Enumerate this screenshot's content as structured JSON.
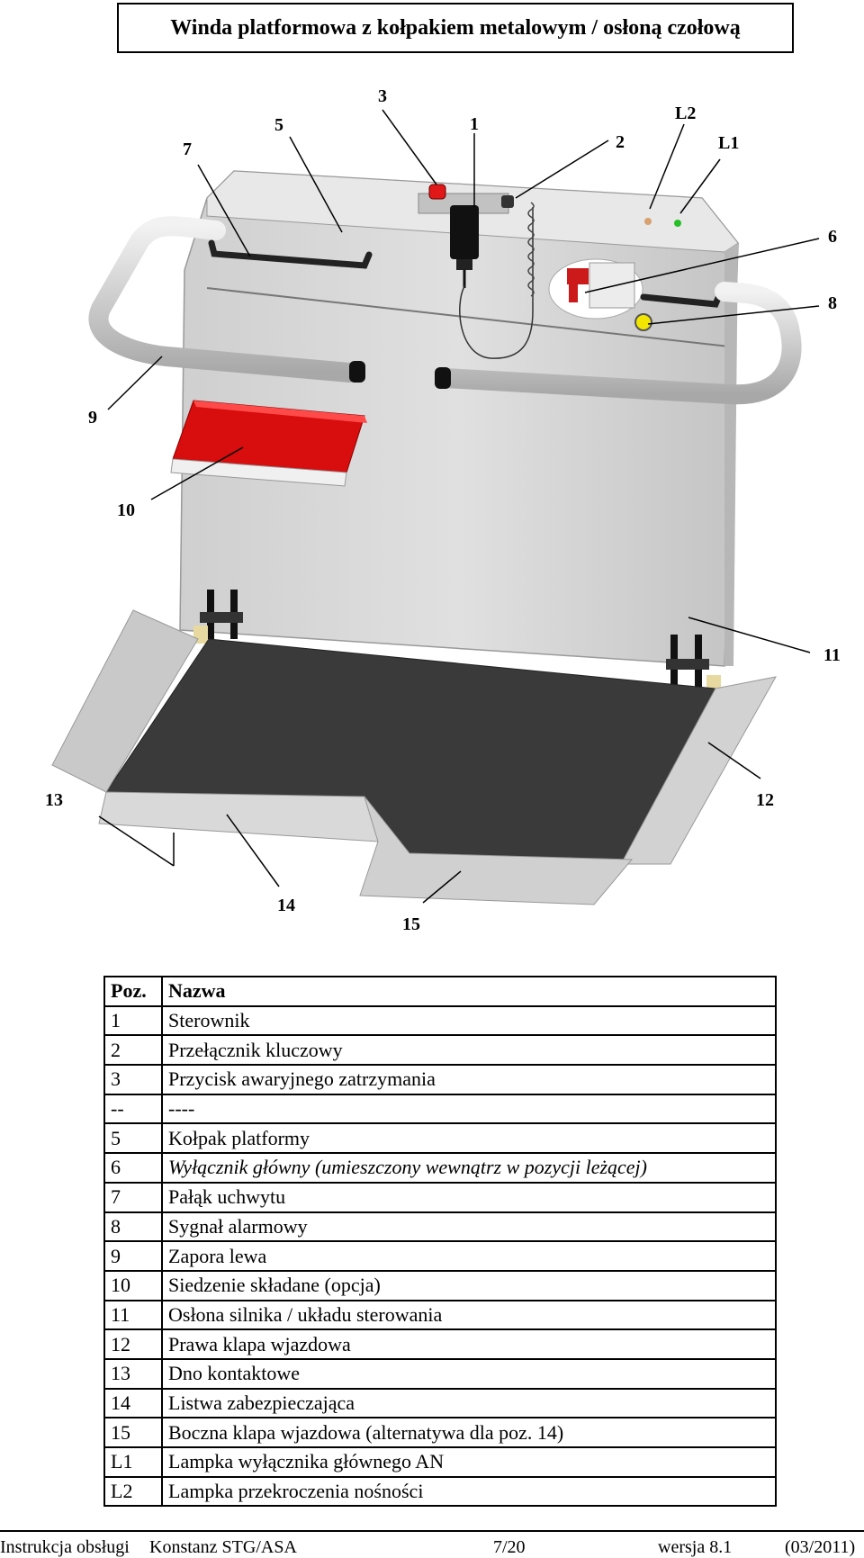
{
  "title": "Winda platformowa z kołpakiem metalowym / osłoną czołową",
  "callouts": {
    "c3": "3",
    "c5": "5",
    "c1": "1",
    "c7": "7",
    "c2": "2",
    "cL2": "L2",
    "cL1": "L1",
    "c6": "6",
    "c8": "8",
    "c9": "9",
    "c10": "10",
    "c11": "11",
    "c13": "13",
    "c12": "12",
    "c14": "14",
    "c15": "15"
  },
  "table": {
    "header": {
      "pos": "Poz.",
      "name": "Nazwa"
    },
    "rows": [
      {
        "pos": "1",
        "name": "Sterownik"
      },
      {
        "pos": "2",
        "name": "Przełącznik kluczowy"
      },
      {
        "pos": "3",
        "name": "Przycisk awaryjnego zatrzymania"
      },
      {
        "pos": "--",
        "name": "----"
      },
      {
        "pos": "5",
        "name": "Kołpak platformy"
      },
      {
        "pos": "6",
        "name": "Wyłącznik główny (umieszczony wewnątrz w pozycji leżącej)"
      },
      {
        "pos": "7",
        "name": "Pałąk uchwytu"
      },
      {
        "pos": "8",
        "name": "Sygnał alarmowy"
      },
      {
        "pos": "9",
        "name": "Zapora lewa"
      },
      {
        "pos": "10",
        "name": "Siedzenie składane (opcja)"
      },
      {
        "pos": "11",
        "name": "Osłona silnika / układu sterowania"
      },
      {
        "pos": "12",
        "name": "Prawa klapa wjazdowa"
      },
      {
        "pos": "13",
        "name": "Dno kontaktowe"
      },
      {
        "pos": "14",
        "name": "Listwa zabezpieczająca"
      },
      {
        "pos": "15",
        "name": "Boczna klapa wjazdowa (alternatywa dla poz. 14)"
      },
      {
        "pos": "L1",
        "name": "Lampka wyłącznika głównego AN"
      },
      {
        "pos": "L2",
        "name": "Lampka przekroczenia nośności"
      }
    ]
  },
  "footer": {
    "manual": "Instrukcja obsługi",
    "model": "Konstanz  STG/ASA",
    "page": "7/20",
    "version": "wersja 8.1",
    "date": "(03/2011)"
  },
  "colors": {
    "housing": "#d9d9d9",
    "platform": "#3a3a3a",
    "seat": "#d80d0d",
    "rail": "#dcdcdc",
    "alarm": "#f2e600",
    "stop_button": "#e01818"
  }
}
